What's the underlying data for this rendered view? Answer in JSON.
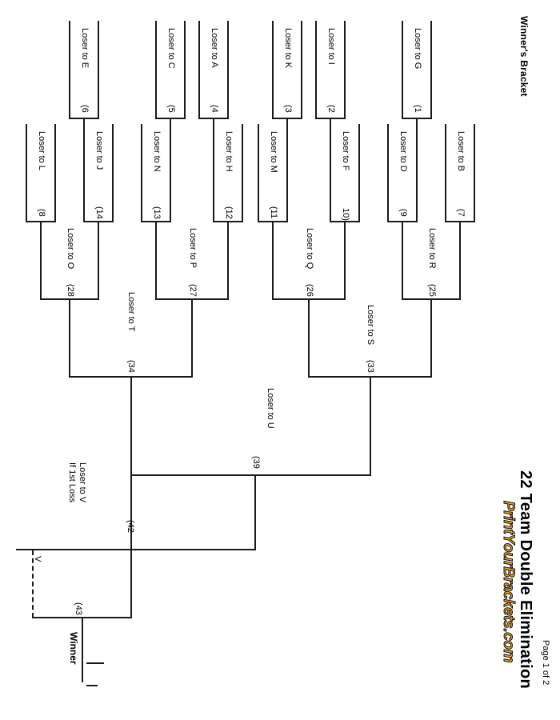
{
  "page": {
    "title": "22 Team Double Elimination",
    "page_number": "Page 1 of 2",
    "brand": "PrintYourBrackets.com",
    "bracket_label": "Winner's Bracket",
    "winner_label": "Winner",
    "final_drop_label": "V",
    "loser_if_first_loss": "Loser to V\nIf 1st Loss",
    "loser_if_first_loss_line1": "Loser to V",
    "loser_if_first_loss_line2": "If 1st Loss",
    "brand_color": "#F0A31E",
    "line_color": "#1a1a1a"
  },
  "bracket_data": {
    "type": "single-elimination-tree",
    "teams": 22,
    "rounds": [
      {
        "name": "round-1",
        "games": [
          {
            "id": "6",
            "label": "Loser to E"
          },
          {
            "id": "5",
            "label": "Loser to C"
          },
          {
            "id": "4",
            "label": "Loser to A"
          },
          {
            "id": "3",
            "label": "Loser to K"
          },
          {
            "id": "2",
            "label": "Loser to I"
          },
          {
            "id": "1",
            "label": "Loser to G"
          }
        ]
      },
      {
        "name": "round-2",
        "games": [
          {
            "id": "8",
            "label": "Loser to L"
          },
          {
            "id": "14",
            "label": "Loser to J"
          },
          {
            "id": "13",
            "label": "Loser to N"
          },
          {
            "id": "12",
            "label": "Loser to H"
          },
          {
            "id": "11",
            "label": "Loser to M"
          },
          {
            "id": "10",
            "label": "Loser to F"
          },
          {
            "id": "9",
            "label": "Loser to D"
          },
          {
            "id": "7",
            "label": "Loser to B"
          }
        ]
      },
      {
        "name": "round-3",
        "games": [
          {
            "id": "28",
            "label": "Loser to O"
          },
          {
            "id": "27",
            "label": "Loser to P"
          },
          {
            "id": "26",
            "label": "Loser to Q"
          },
          {
            "id": "25",
            "label": "Loser to R"
          }
        ]
      },
      {
        "name": "round-4",
        "games": [
          {
            "id": "34",
            "label": "Loser to T"
          },
          {
            "id": "33",
            "label": "Loser to S"
          }
        ]
      },
      {
        "name": "round-5",
        "games": [
          {
            "id": "39",
            "label": "Loser to U"
          }
        ]
      },
      {
        "name": "championship",
        "games": [
          {
            "id": "42",
            "label": "Loser to V"
          },
          {
            "id": "43",
            "label": ""
          }
        ]
      }
    ]
  }
}
